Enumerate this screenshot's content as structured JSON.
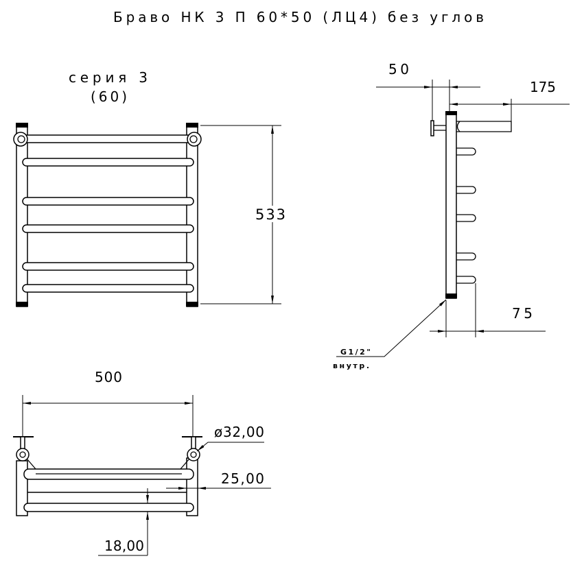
{
  "title": "Браво НК 3 П 60*50 (ЛЦ4) без углов",
  "front_view": {
    "series_line1": "серия 3",
    "series_line2": "(60)",
    "height_dim": "533"
  },
  "side_view": {
    "wall_gap_dim": "50",
    "top_rail_dim": "175",
    "rung_dim": "75",
    "thread_label": "G1/2\"",
    "thread_note": "внутр."
  },
  "top_view": {
    "width_dim": "500",
    "diameter_dim": "ø32,00",
    "dim_25": "25,00",
    "dim_18": "18,00"
  }
}
